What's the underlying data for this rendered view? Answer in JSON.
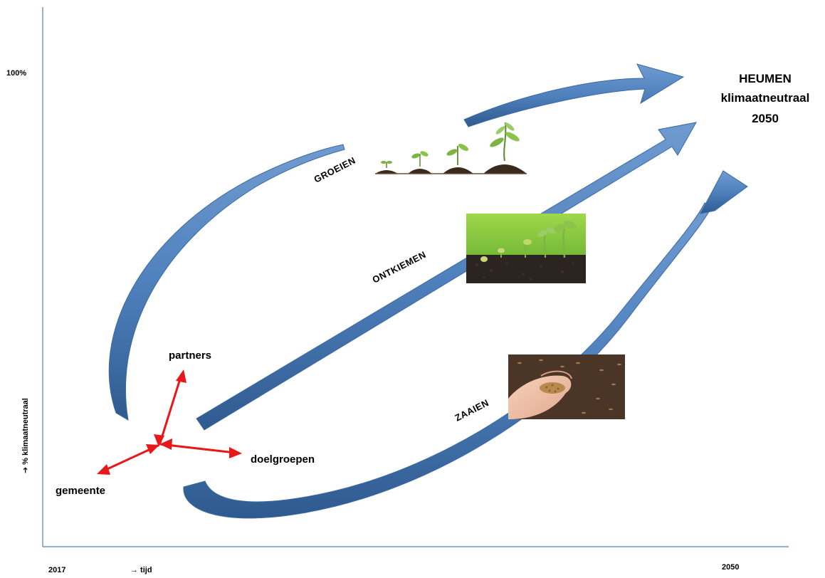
{
  "axes": {
    "y_top_label": "100%",
    "y_axis_title": "➔ % klimaatneutraal",
    "x_start_label": "2017",
    "x_axis_title": "→ tijd",
    "x_end_label": "2050"
  },
  "goal": {
    "line1": "HEUMEN",
    "line2": "klimaatneutraal",
    "line3": "2050"
  },
  "stages": {
    "growing": "GROEIEN",
    "sprouting": "ONTKIEMEN",
    "sowing": "ZAAIEN"
  },
  "actors": {
    "partners": "partners",
    "target_groups": "doelgroepen",
    "municipality": "gemeente"
  },
  "colors": {
    "arrow_blue": "#4f81bd",
    "arrow_blue_dark": "#2f5a8f",
    "actor_red": "#e8171a",
    "axis": "#4f7fb6"
  }
}
